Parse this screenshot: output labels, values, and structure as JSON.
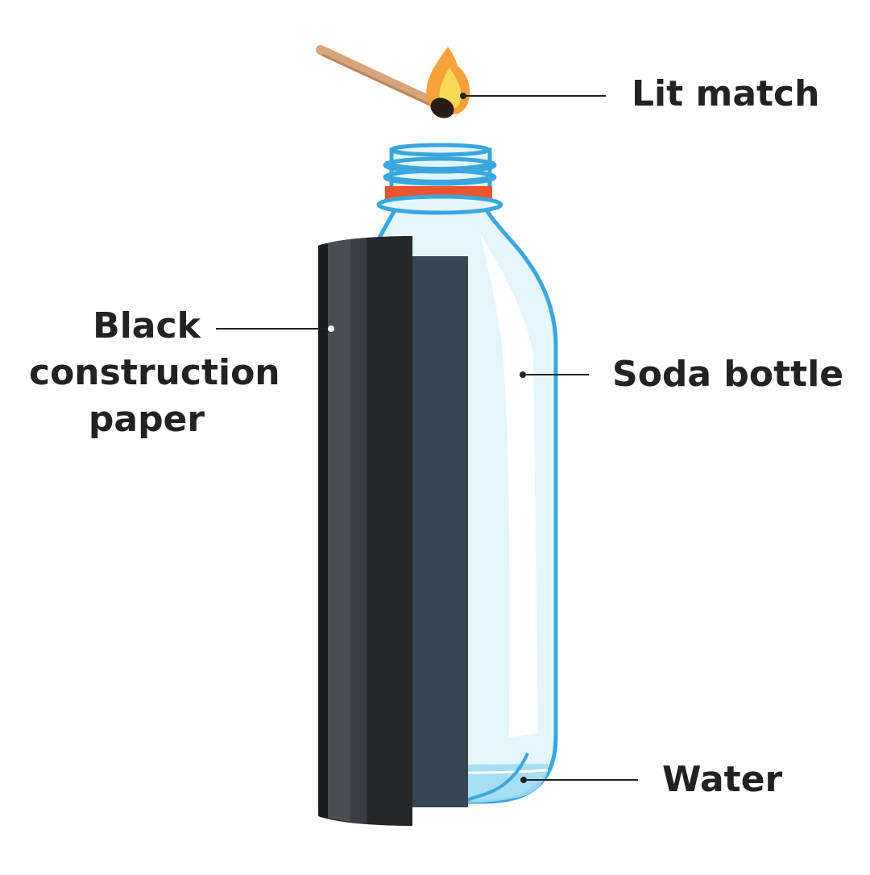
{
  "labels": {
    "lit_match": "Lit match",
    "soda_bottle": "Soda bottle",
    "water": "Water",
    "paper_line1": "Black",
    "paper_line2": "construction",
    "paper_line3": "paper"
  },
  "colors": {
    "bottle_outline": "#3aa6dd",
    "bottle_fill": "#e3f6fb",
    "water": "#9fdbf2",
    "neck_ring": "#e8552f",
    "paper_dark": "#252729",
    "paper_mid": "#3a3d41",
    "paper_light": "#4a4d53",
    "paper_behind": "#354652",
    "match_stick": "#d9a47a",
    "flame_outer": "#f6a23a",
    "flame_inner": "#fbd85a",
    "leader_line": "#222222"
  }
}
